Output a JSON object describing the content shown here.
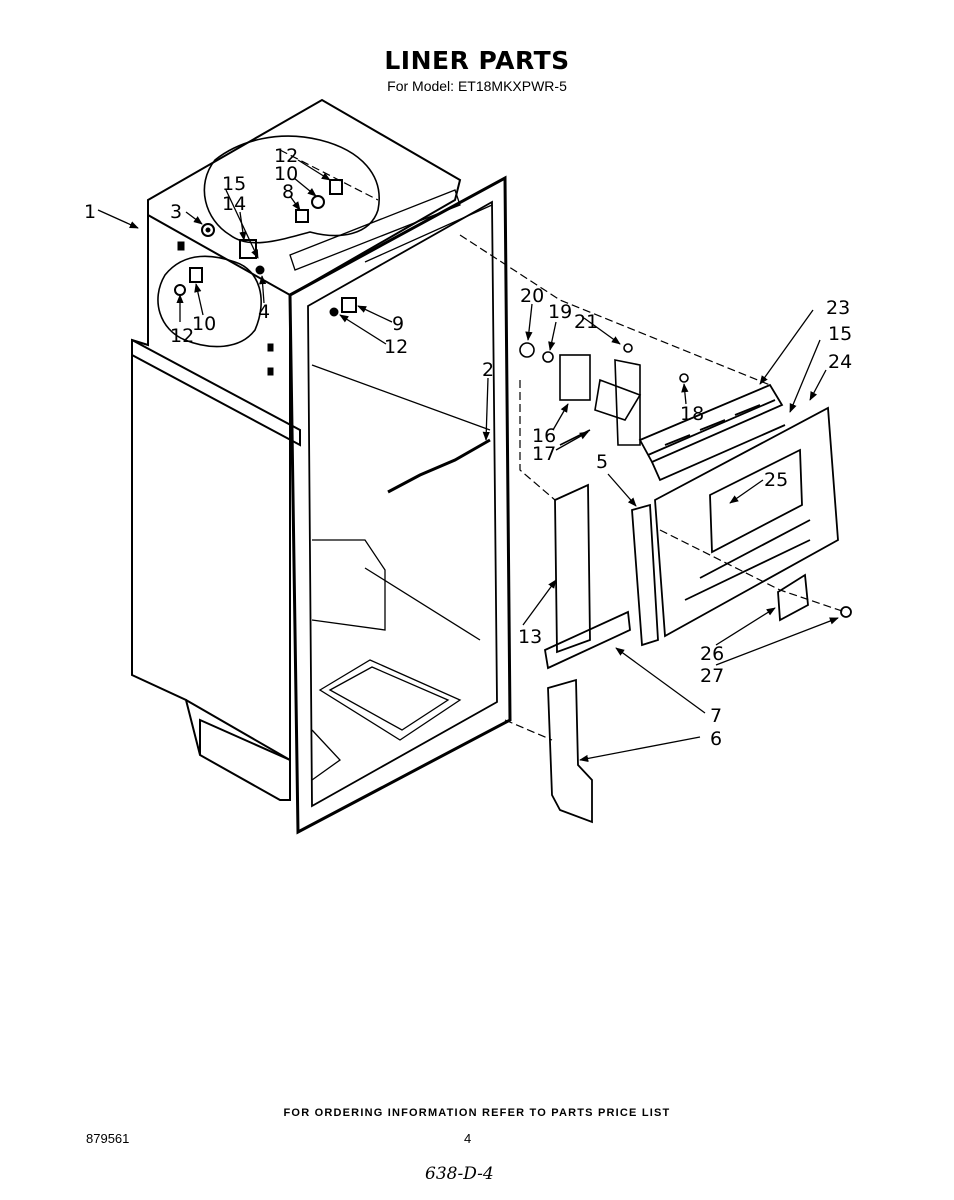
{
  "header": {
    "title": "LINER PARTS",
    "subtitle": "For Model: ET18MKXPWR-5"
  },
  "callouts": {
    "c1": "1",
    "c2": "2",
    "c3": "3",
    "c4": "4",
    "c5": "5",
    "c6": "6",
    "c7": "7",
    "c8": "8",
    "c9": "9",
    "c10a": "10",
    "c10b": "10",
    "c12a": "12",
    "c12b": "12",
    "c12c": "12",
    "c13": "13",
    "c14": "14",
    "c15a": "15",
    "c15b": "15",
    "c16": "16",
    "c17": "17",
    "c18": "18",
    "c19": "19",
    "c20": "20",
    "c21": "21",
    "c23": "23",
    "c24": "24",
    "c25": "25",
    "c26": "26",
    "c27": "27"
  },
  "footer": {
    "note": "FOR ORDERING INFORMATION REFER TO PARTS PRICE LIST",
    "doc_number": "879561",
    "page_number": "4",
    "handwritten": "638-D-4"
  }
}
